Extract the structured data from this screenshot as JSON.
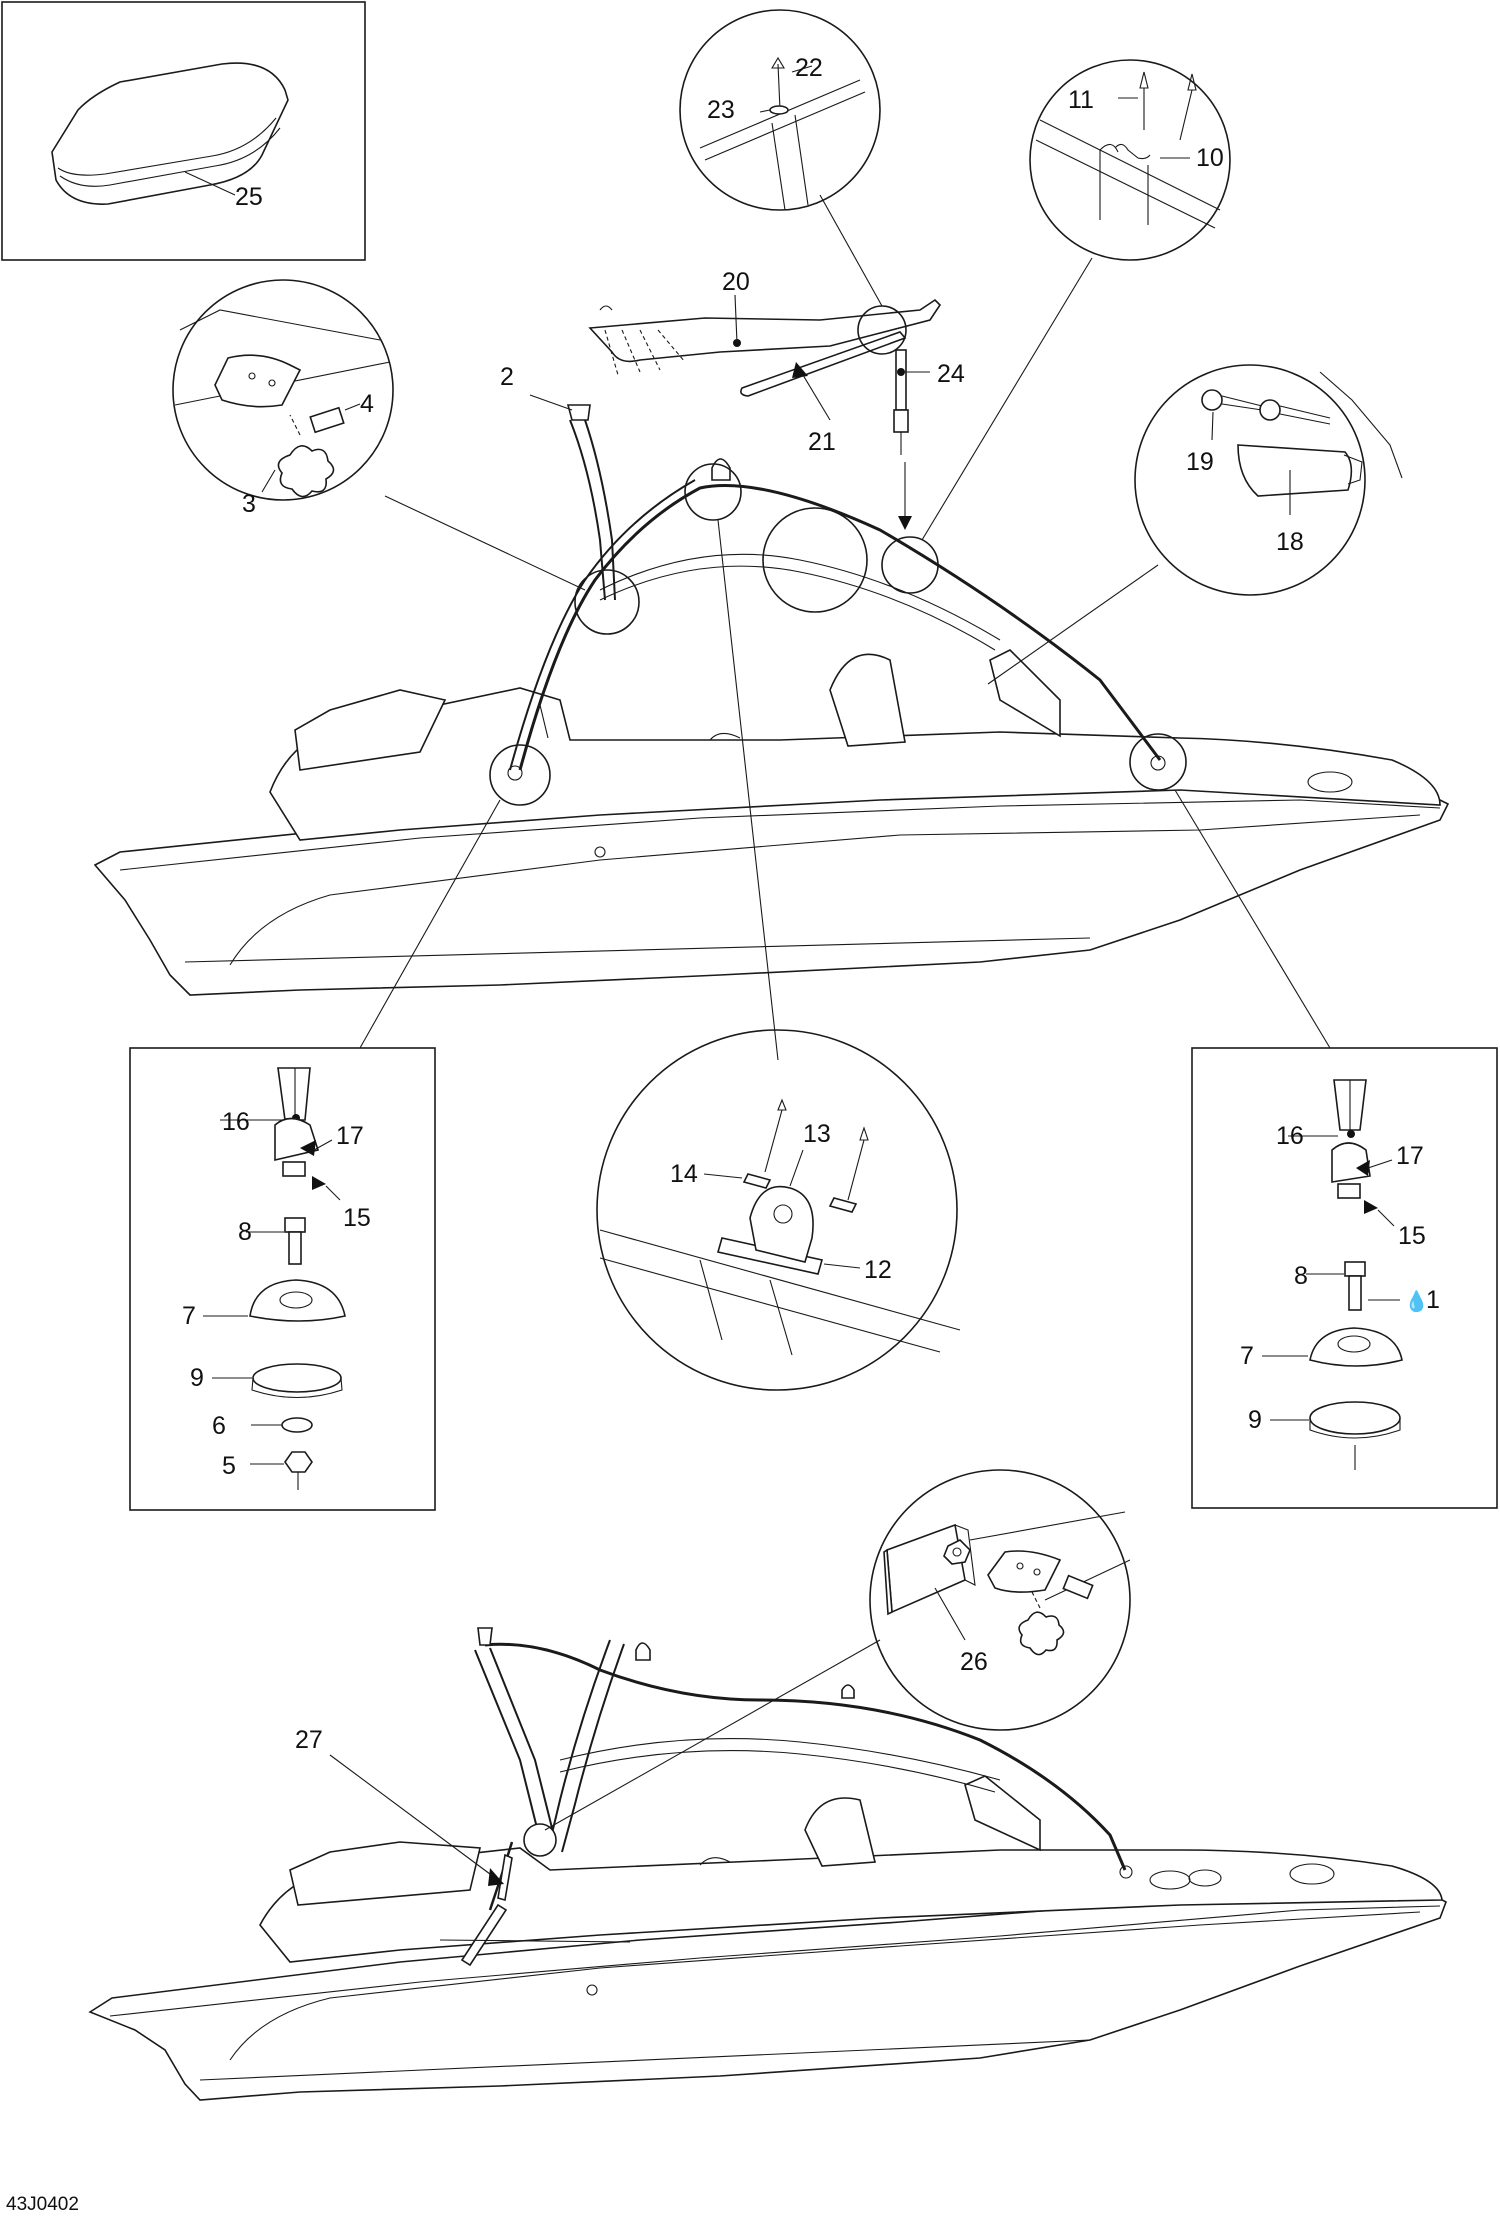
{
  "diagram": {
    "figure_code": "43J0402",
    "labels": {
      "n1": "1",
      "n2": "2",
      "n3": "3",
      "n4": "4",
      "n5": "5",
      "n6": "6",
      "n7a": "7",
      "n7b": "7",
      "n8a": "8",
      "n8b": "8",
      "n9a": "9",
      "n9b": "9",
      "n10": "10",
      "n11": "11",
      "n12": "12",
      "n13": "13",
      "n14": "14",
      "n15a": "15",
      "n15b": "15",
      "n16a": "16",
      "n16b": "16",
      "n17a": "17",
      "n17b": "17",
      "n18": "18",
      "n19": "19",
      "n20": "20",
      "n21": "21",
      "n22": "22",
      "n23": "23",
      "n24": "24",
      "n25": "25",
      "n26": "26",
      "n27": "27"
    },
    "symbols": {
      "drop": "💧"
    }
  }
}
